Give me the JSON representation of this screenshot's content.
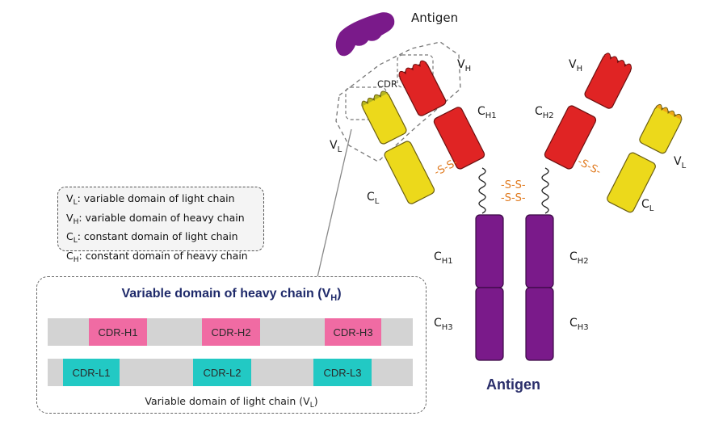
{
  "colors": {
    "heavy_variable": "#e02424",
    "light": "#ecd91b",
    "constant_purple": "#7a1a8a",
    "cdr_heavy": "#f06ba3",
    "cdr_light": "#22c9c4",
    "disulfide": "#e07a1f",
    "antigen": "#7a1a8a"
  },
  "labels": {
    "antigen_top": "Antigen",
    "antigen_bottom": "Antigen",
    "cdr": "CDR",
    "disulfide": "-S-S-",
    "VH": {
      "main": "V",
      "sub": "H"
    },
    "VL": {
      "main": "V",
      "sub": "L"
    },
    "CH1": {
      "main": "C",
      "sub": "H1"
    },
    "CH2": {
      "main": "C",
      "sub": "H2"
    },
    "CH3": {
      "main": "C",
      "sub": "H3"
    },
    "CL": {
      "main": "C",
      "sub": "L"
    }
  },
  "legend": [
    {
      "main": "V",
      "sub": "L",
      "text": ": variable domain of light chain"
    },
    {
      "main": "V",
      "sub": "H",
      "text": ": variable domain of heavy chain"
    },
    {
      "main": "C",
      "sub": "L",
      "text": ": constant domain of light chain"
    },
    {
      "main": "C",
      "sub": "H",
      "text": ": constant domain of heavy chain"
    }
  ],
  "detail_box": {
    "title": "Variable domain of heavy chain (V",
    "title_sub": "H",
    "title_end": ")",
    "heavy_cdrs": [
      "CDR-H1",
      "CDR-H2",
      "CDR-H3"
    ],
    "light_cdrs": [
      "CDR-L1",
      "CDR-L2",
      "CDR-L3"
    ],
    "caption": "Variable domain of light chain (V",
    "caption_sub": "L",
    "caption_end": ")"
  }
}
